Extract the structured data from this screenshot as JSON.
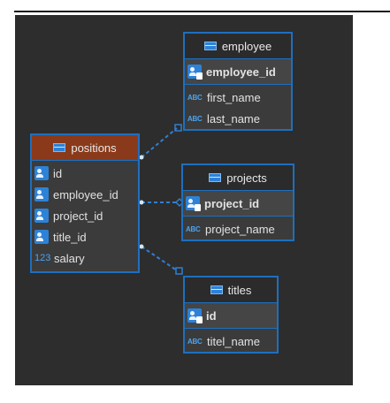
{
  "tables": {
    "employee": {
      "name": "employee",
      "pk": "employee_id",
      "columns": [
        {
          "type_label": "ABC",
          "icon": "text-type-icon",
          "name": "first_name"
        },
        {
          "type_label": "ABC",
          "icon": "text-type-icon",
          "name": "last_name"
        }
      ]
    },
    "positions": {
      "name": "positions",
      "columns": [
        {
          "icon": "foreign-key-icon",
          "name": "id"
        },
        {
          "icon": "foreign-key-icon",
          "name": "employee_id"
        },
        {
          "icon": "foreign-key-icon",
          "name": "project_id"
        },
        {
          "icon": "foreign-key-icon",
          "name": "title_id"
        },
        {
          "type_label": "123",
          "icon": "numeric-type-icon",
          "name": "salary"
        }
      ]
    },
    "projects": {
      "name": "projects",
      "pk": "project_id",
      "columns": [
        {
          "type_label": "ABC",
          "icon": "text-type-icon",
          "name": "project_name"
        }
      ]
    },
    "titles": {
      "name": "titles",
      "pk": "id",
      "columns": [
        {
          "type_label": "ABC",
          "icon": "text-type-icon",
          "name": "titel_name"
        }
      ]
    }
  },
  "colors": {
    "canvas": "#2d2d2d",
    "border": "#1e6fbf",
    "positions_header": "#8a3a1a",
    "connector": "#2f7fd0"
  }
}
